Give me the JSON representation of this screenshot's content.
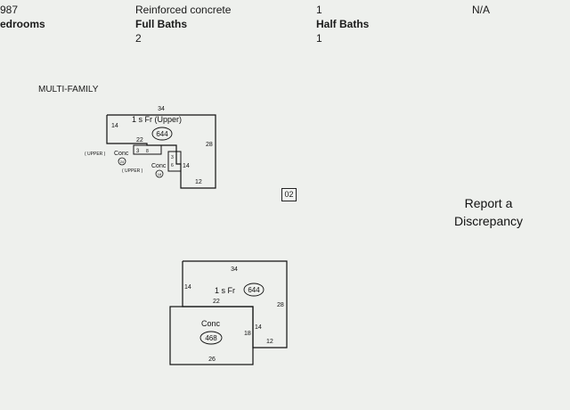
{
  "details": {
    "year_built_partial": "987",
    "construction": "Reinforced concrete",
    "stories": "1",
    "extra_value": "N/A",
    "bedrooms_label_partial": "edrooms",
    "full_baths_label": "Full Baths",
    "full_baths_value": "2",
    "half_baths_label": "Half Baths",
    "half_baths_value": "1"
  },
  "sketch": {
    "building_type": "MULTI-FAMILY",
    "top": {
      "dim_34": "34",
      "dim_14": "14",
      "area_label": "1 s Fr  (Upper)",
      "area_value": "644",
      "dim_22": "22",
      "dim_28": "28",
      "upper1": "( UPPER )",
      "conc1": "Conc",
      "conc1_val": "24",
      "small_3": "3",
      "small_8": "8",
      "upper2": "( UPPER )",
      "conc2": "Conc",
      "conc2_val": "18",
      "small_3b": "3",
      "small_6": "6",
      "dim_14b": "14",
      "dim_12": "12"
    },
    "page_number": "02",
    "bottom": {
      "dim_34": "34",
      "dim_14": "14",
      "area_label": "1 s Fr",
      "area_value": "644",
      "dim_22": "22",
      "dim_28": "28",
      "conc": "Conc",
      "conc_value": "468",
      "dim_18": "18",
      "dim_12": "12",
      "dim_26": "26"
    }
  },
  "report": {
    "line1": "Report a",
    "line2": "Discrepancy"
  }
}
